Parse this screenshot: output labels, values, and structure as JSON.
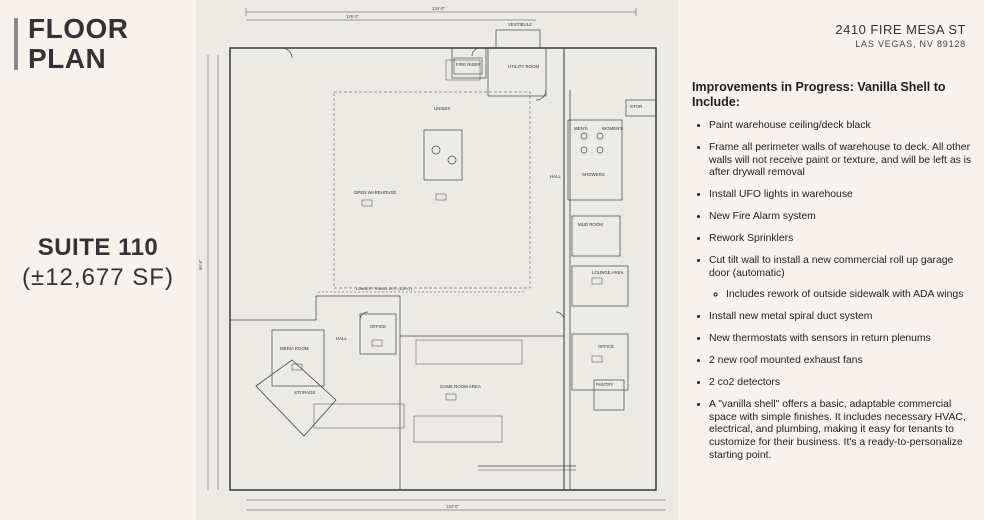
{
  "header": {
    "title_line1": "FLOOR",
    "title_line2": "PLAN"
  },
  "suite": {
    "name": "SUITE 110",
    "area": "(±12,677 SF)"
  },
  "address": {
    "street": "2410 FIRE MESA ST",
    "city": "LAS VEGAS, NV 89128"
  },
  "floor_plan": {
    "rooms": {
      "open_warehouse": "OPEN WAREHOUSE",
      "office_1": "OFFICE",
      "office_2": "OFFICE",
      "media_room": "MEDIA ROOM",
      "game_room_area": "GAME ROOM AREA",
      "lounge_area": "LOUNGE AREA",
      "utility_room": "UTILITY ROOM",
      "vestibule": "VESTIBULE",
      "fire_riser": "FIRE RISER",
      "unisex": "UNISEX",
      "hall_1": "HALL",
      "hall_2": "HALL",
      "showers": "SHOWERS",
      "mens": "MEN'S",
      "womens": "WOMEN'S",
      "mud_room": "MUD ROOM",
      "storage": "STORAGE",
      "pantry": "PANTRY",
      "stor": "STOR"
    },
    "notes": {
      "building_line": "LONGEST TRAVEL DIST. (125'-0\")",
      "dim_top": "134'-0\"",
      "dim_top_inner": "126'-0\"",
      "dim_bottom": "134'-0\"",
      "dim_left": "96'-0\""
    }
  },
  "improvements": {
    "heading": "Improvements in Progress: Vanilla Shell to Include:",
    "items": [
      "Paint warehouse ceiling/deck black",
      "Frame all perimeter walls of warehouse to deck. All other walls will not receive paint or texture, and will be left as is after drywall removal",
      "Install UFO lights in warehouse",
      "New Fire Alarm system",
      "Rework Sprinklers",
      "Cut tilt wall to install a new commercial roll up garage door (automatic)",
      "Install new metal spiral duct system",
      "New thermostats with sensors in return plenums",
      "2 new roof mounted exhaust fans",
      "2 co2 detectors",
      "A \"vanilla shell\" offers a basic, adaptable commercial space with simple finishes. It includes necessary HVAC, electrical, and plumbing, making it easy for tenants to customize for their business. It's a ready-to-personalize starting point."
    ],
    "sub_item": "Includes rework of outside sidewalk with ADA wings"
  },
  "colors": {
    "background": "#f7f2ea",
    "plan_background": "#ecebe2",
    "accent_bar": "#8a8a8a",
    "text": "#1e1e1e"
  }
}
